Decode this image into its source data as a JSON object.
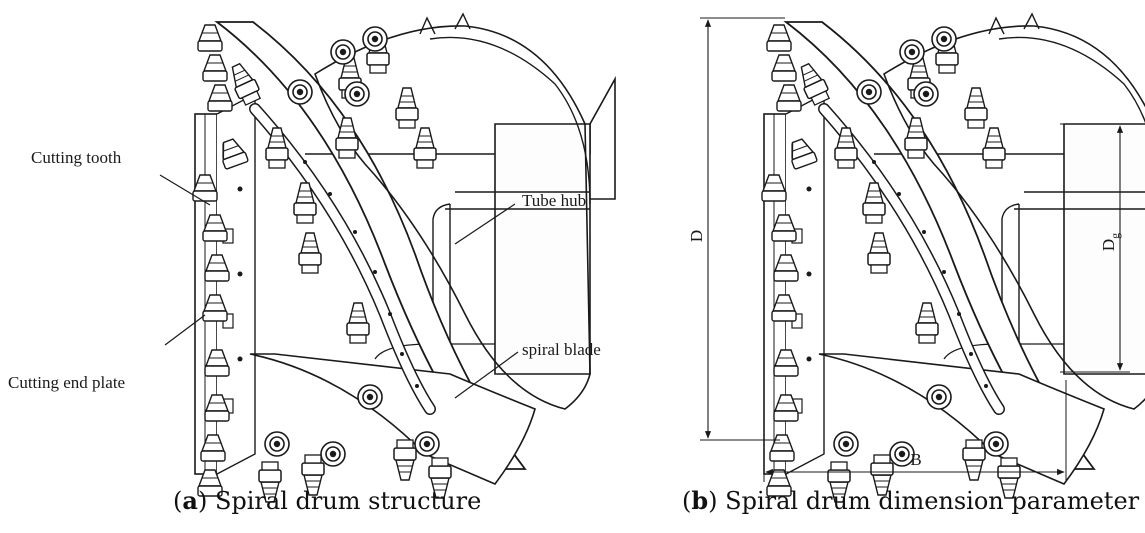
{
  "panel_a": {
    "labels": {
      "cutting_tooth": "Cutting tooth",
      "tube_hub": "Tube hub",
      "spiral_blade": "spiral blade",
      "cutting_end_plate": "Cutting end plate"
    },
    "caption": {
      "open": "(",
      "letter": "a",
      "close": ") ",
      "text": "Spiral drum structure"
    }
  },
  "panel_b": {
    "dimensions": {
      "D": "D",
      "Dg_main": "D",
      "Dg_sub": "g",
      "B": "B"
    },
    "caption": {
      "open": "(",
      "letter": "b",
      "close": ") ",
      "text": "Spiral drum dimension parameter"
    }
  },
  "colors": {
    "line": "#1a1a1a",
    "fill": "#ffffff",
    "hub_fill": "#fdfdfd"
  }
}
